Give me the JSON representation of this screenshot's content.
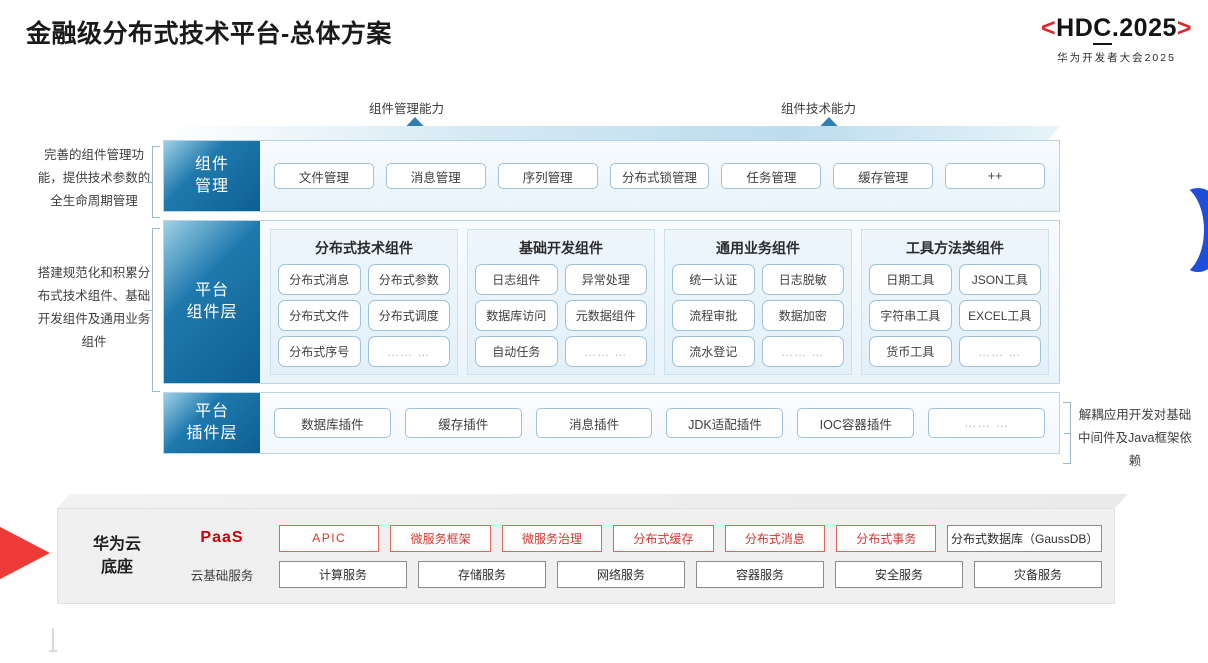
{
  "header": {
    "title": "金融级分布式技术平台-总体方案",
    "logo": {
      "bracket_left": "<",
      "text_a": "HD",
      "text_b": "C",
      "text_c": ".2025",
      "bracket_right": ">",
      "subtitle": "华为开发者大会2025"
    }
  },
  "arrows": [
    {
      "label": "组件管理能力"
    },
    {
      "label": "组件技术能力"
    }
  ],
  "annotations": {
    "left_top": "完善的组件管理功能，提供技术参数的全生命周期管理",
    "left_bottom": "搭建规范化和积累分布式技术组件、基础开发组件及通用业务组件",
    "right": "解耦应用开发对基础中间件及Java框架依赖"
  },
  "layers": [
    {
      "id": "component-management",
      "tab": "组件\n管理",
      "tab_line1": "组件",
      "tab_line2": "管理",
      "chips": [
        "文件管理",
        "消息管理",
        "序列管理",
        "分布式锁管理",
        "任务管理",
        "缓存管理",
        "++"
      ]
    },
    {
      "id": "platform-component-layer",
      "tab_line1": "平台",
      "tab_line2": "组件层",
      "groups": [
        {
          "title": "分布式技术组件",
          "items": [
            "分布式消息",
            "分布式参数",
            "分布式文件",
            "分布式调度",
            "分布式序号",
            "…… …"
          ]
        },
        {
          "title": "基础开发组件",
          "items": [
            "日志组件",
            "异常处理",
            "数据库访问",
            "元数据组件",
            "自动任务",
            "…… …"
          ]
        },
        {
          "title": "通用业务组件",
          "items": [
            "统一认证",
            "日志脱敏",
            "流程审批",
            "数据加密",
            "流水登记",
            "…… …"
          ]
        },
        {
          "title": "工具方法类组件",
          "items": [
            "日期工具",
            "JSON工具",
            "字符串工具",
            "EXCEL工具",
            "货币工具",
            "…… …"
          ]
        }
      ]
    },
    {
      "id": "platform-plugin-layer",
      "tab_line1": "平台",
      "tab_line2": "插件层",
      "chips": [
        "数据库插件",
        "缓存插件",
        "消息插件",
        "JDK适配插件",
        "IOC容器插件",
        "…… …"
      ]
    }
  ],
  "base": {
    "title_line1": "华为云",
    "title_line2": "底座",
    "paas_label": "PaaS",
    "cloud_label": "云基础服务",
    "paas_items": [
      {
        "label": "APIC",
        "style": "red"
      },
      {
        "label": "微服务框架",
        "style": "red"
      },
      {
        "label": "微服务治理",
        "style": "red"
      },
      {
        "label": "分布式缓存",
        "style": "red"
      },
      {
        "label": "分布式消息",
        "style": "red"
      },
      {
        "label": "分布式事务",
        "style": "red"
      },
      {
        "label": "分布式数据库（GaussDB）",
        "style": "gray"
      }
    ],
    "cloud_items": [
      {
        "label": "计算服务"
      },
      {
        "label": "存储服务"
      },
      {
        "label": "网络服务"
      },
      {
        "label": "容器服务"
      },
      {
        "label": "安全服务"
      },
      {
        "label": "灾备服务"
      }
    ]
  },
  "colors": {
    "accent_blue": "#0d5f94",
    "accent_red": "#c7000b",
    "brand_red": "#e0262c",
    "crescent_blue": "#1f4fd8"
  }
}
